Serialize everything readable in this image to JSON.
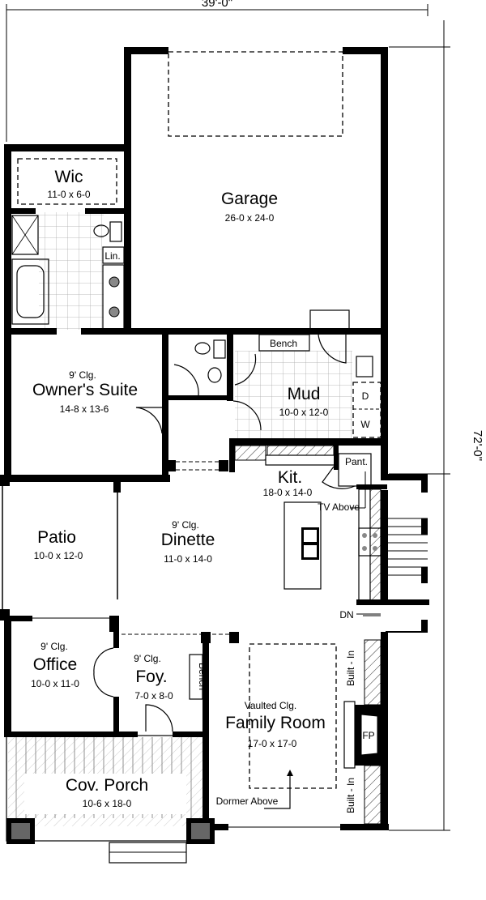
{
  "plan": {
    "overall_width": "39'-0\"",
    "overall_depth": "72'-0\"",
    "rooms": {
      "garage": {
        "name": "Garage",
        "size": "26-0 x 24-0"
      },
      "wic": {
        "name": "Wic",
        "size": "11-0 x 6-0"
      },
      "linen": {
        "name": "Lin."
      },
      "owners_suite": {
        "ceiling": "9' Clg.",
        "name": "Owner's Suite",
        "size": "14-8 x 13-6"
      },
      "mud": {
        "name": "Mud",
        "size": "10-0 x 12-0",
        "bench": "Bench",
        "dryer": "D",
        "washer": "W"
      },
      "kitchen": {
        "name": "Kit.",
        "size": "18-0 x 14-0",
        "pantry": "Pant.",
        "tv_note": "TV Above"
      },
      "dinette": {
        "ceiling": "9' Clg.",
        "name": "Dinette",
        "size": "11-0 x 14-0"
      },
      "patio": {
        "name": "Patio",
        "size": "10-0 x 12-0"
      },
      "office": {
        "ceiling": "9' Clg.",
        "name": "Office",
        "size": "10-0 x 11-0"
      },
      "foyer": {
        "ceiling": "9' Clg.",
        "name": "Foy.",
        "size": "7-0 x 8-0",
        "bench": "Bench"
      },
      "family_room": {
        "ceiling": "Vaulted Clg.",
        "name": "Family Room",
        "size": "17-0 x 17-0",
        "dormer": "Dormer Above",
        "fireplace": "FP",
        "builtin": "Built - In"
      },
      "porch": {
        "name": "Cov. Porch",
        "size": "10-6 x 18-0"
      },
      "stairs": {
        "label": "DN"
      }
    }
  }
}
